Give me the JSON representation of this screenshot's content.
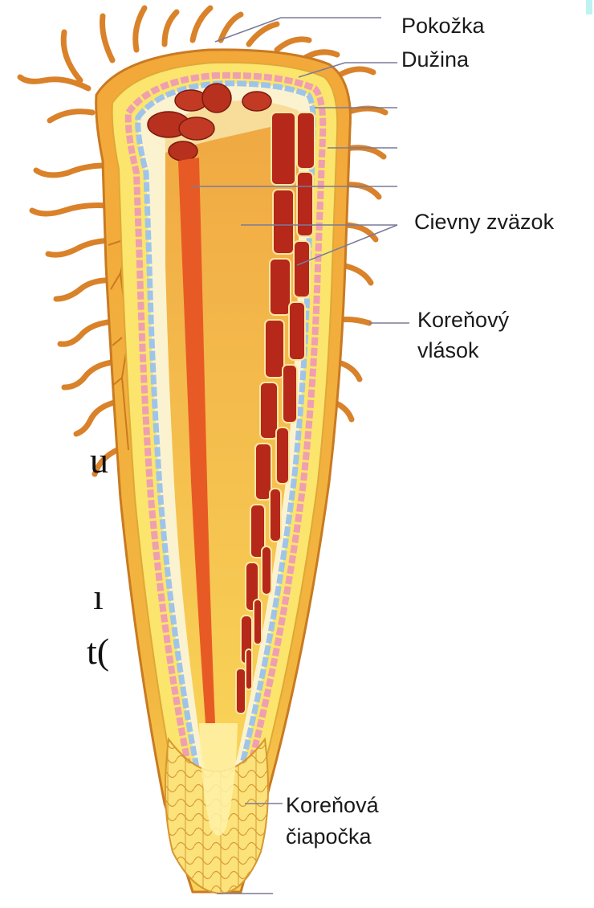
{
  "diagram": {
    "labels": {
      "pokozka": "Pokožka",
      "duzina": "Dužina",
      "cievny_zvazok": "Cievny zväzok",
      "korenovy_vlasok_line1": "Koreňový",
      "korenovy_vlasok_line2": "vlások",
      "korenova_ciapocka_line1": "Koreňová",
      "korenova_ciapocka_line2": "čiapočka"
    },
    "left_text_fragments": [
      "u",
      "ı",
      "t("
    ]
  },
  "colors": {
    "root_outer": "#ef9f2e",
    "root_light": "#f8cf52",
    "cortex_yellow": "#fbe36a",
    "stele": "#f3a840",
    "vessel_dark": "#b22a18",
    "vessel_orange": "#e8612a",
    "endodermis_blue": "#a8c8e8",
    "pericycle_pink": "#f0a8b0",
    "leader_line": "#7a7a9a"
  }
}
